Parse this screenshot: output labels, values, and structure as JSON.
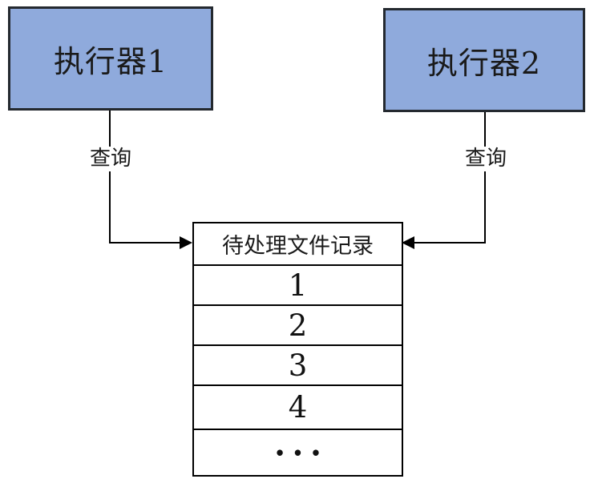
{
  "diagram": {
    "executors": [
      {
        "label": "执行器1"
      },
      {
        "label": "执行器2"
      }
    ],
    "connectors": [
      {
        "label": "查询"
      },
      {
        "label": "查询"
      }
    ],
    "table": {
      "header": "待处理文件记录",
      "rows": [
        "1",
        "2",
        "3",
        "4",
        "•••"
      ]
    },
    "colors": {
      "executor_fill": "#8FAADC",
      "executor_border": "#24292F",
      "line": "#000000",
      "background": "#FFFFFF"
    }
  }
}
